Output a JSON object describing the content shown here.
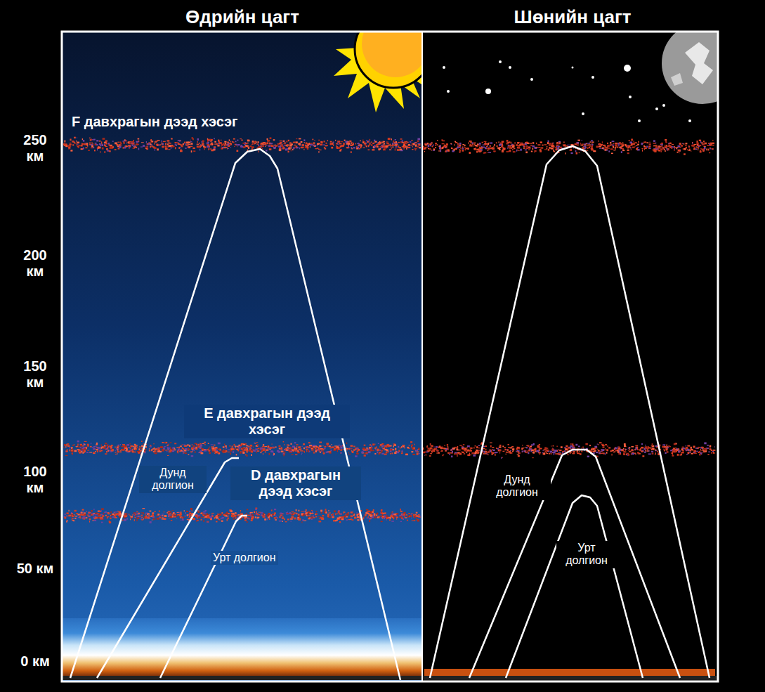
{
  "diagram": {
    "labels": [
      "Өдрийн цагт",
      "Шөнийн цагт",
      "F давхрагын дээд хэсэг",
      "250 км",
      "200 км",
      "150 км",
      "100 км",
      "50 км",
      "0 км",
      "E давхрагын дээд хэсэг",
      "Дунд долгион",
      "D давхрагын дээд хэсэг",
      "Урт долгион",
      "Дунд долгион",
      "Урт долгион"
    ]
  }
}
